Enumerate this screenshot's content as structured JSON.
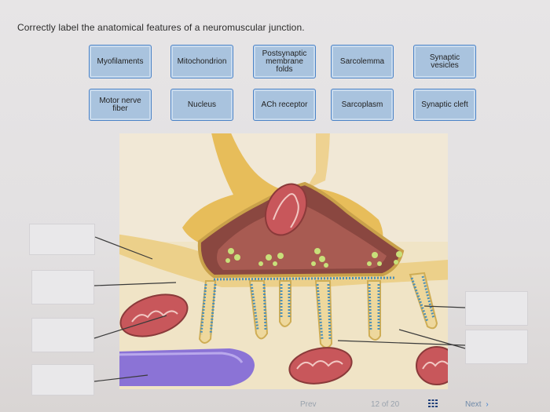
{
  "instruction": "Correctly label the anatomical features of a neuromuscular junction.",
  "labels": [
    [
      "Myofilaments"
    ],
    [
      "Mitochondrion"
    ],
    [
      "Postsynaptic",
      "membrane",
      "folds"
    ],
    [
      "Sarcolemma"
    ],
    [
      "Synaptic",
      "vesicles"
    ],
    [
      "Motor nerve",
      "fiber"
    ],
    [
      "Nucleus"
    ],
    [
      "ACh receptor"
    ],
    [
      "Sarcoplasm"
    ],
    [
      "Synaptic cleft"
    ]
  ],
  "navigation": {
    "prev": "Prev",
    "page": "12 of 20",
    "next": "Next"
  },
  "icons": {
    "grid": "grid-icon",
    "next": "chevron-right-icon"
  },
  "colors": {
    "tile_fill": "#a9c3de",
    "tile_border": "#4a82c6",
    "axon": "#e9b84e",
    "terminal": "#8a4740",
    "vesicles": "#c8e07a",
    "mitochondria": "#c8575b",
    "nucleus": "#8b73d6"
  }
}
